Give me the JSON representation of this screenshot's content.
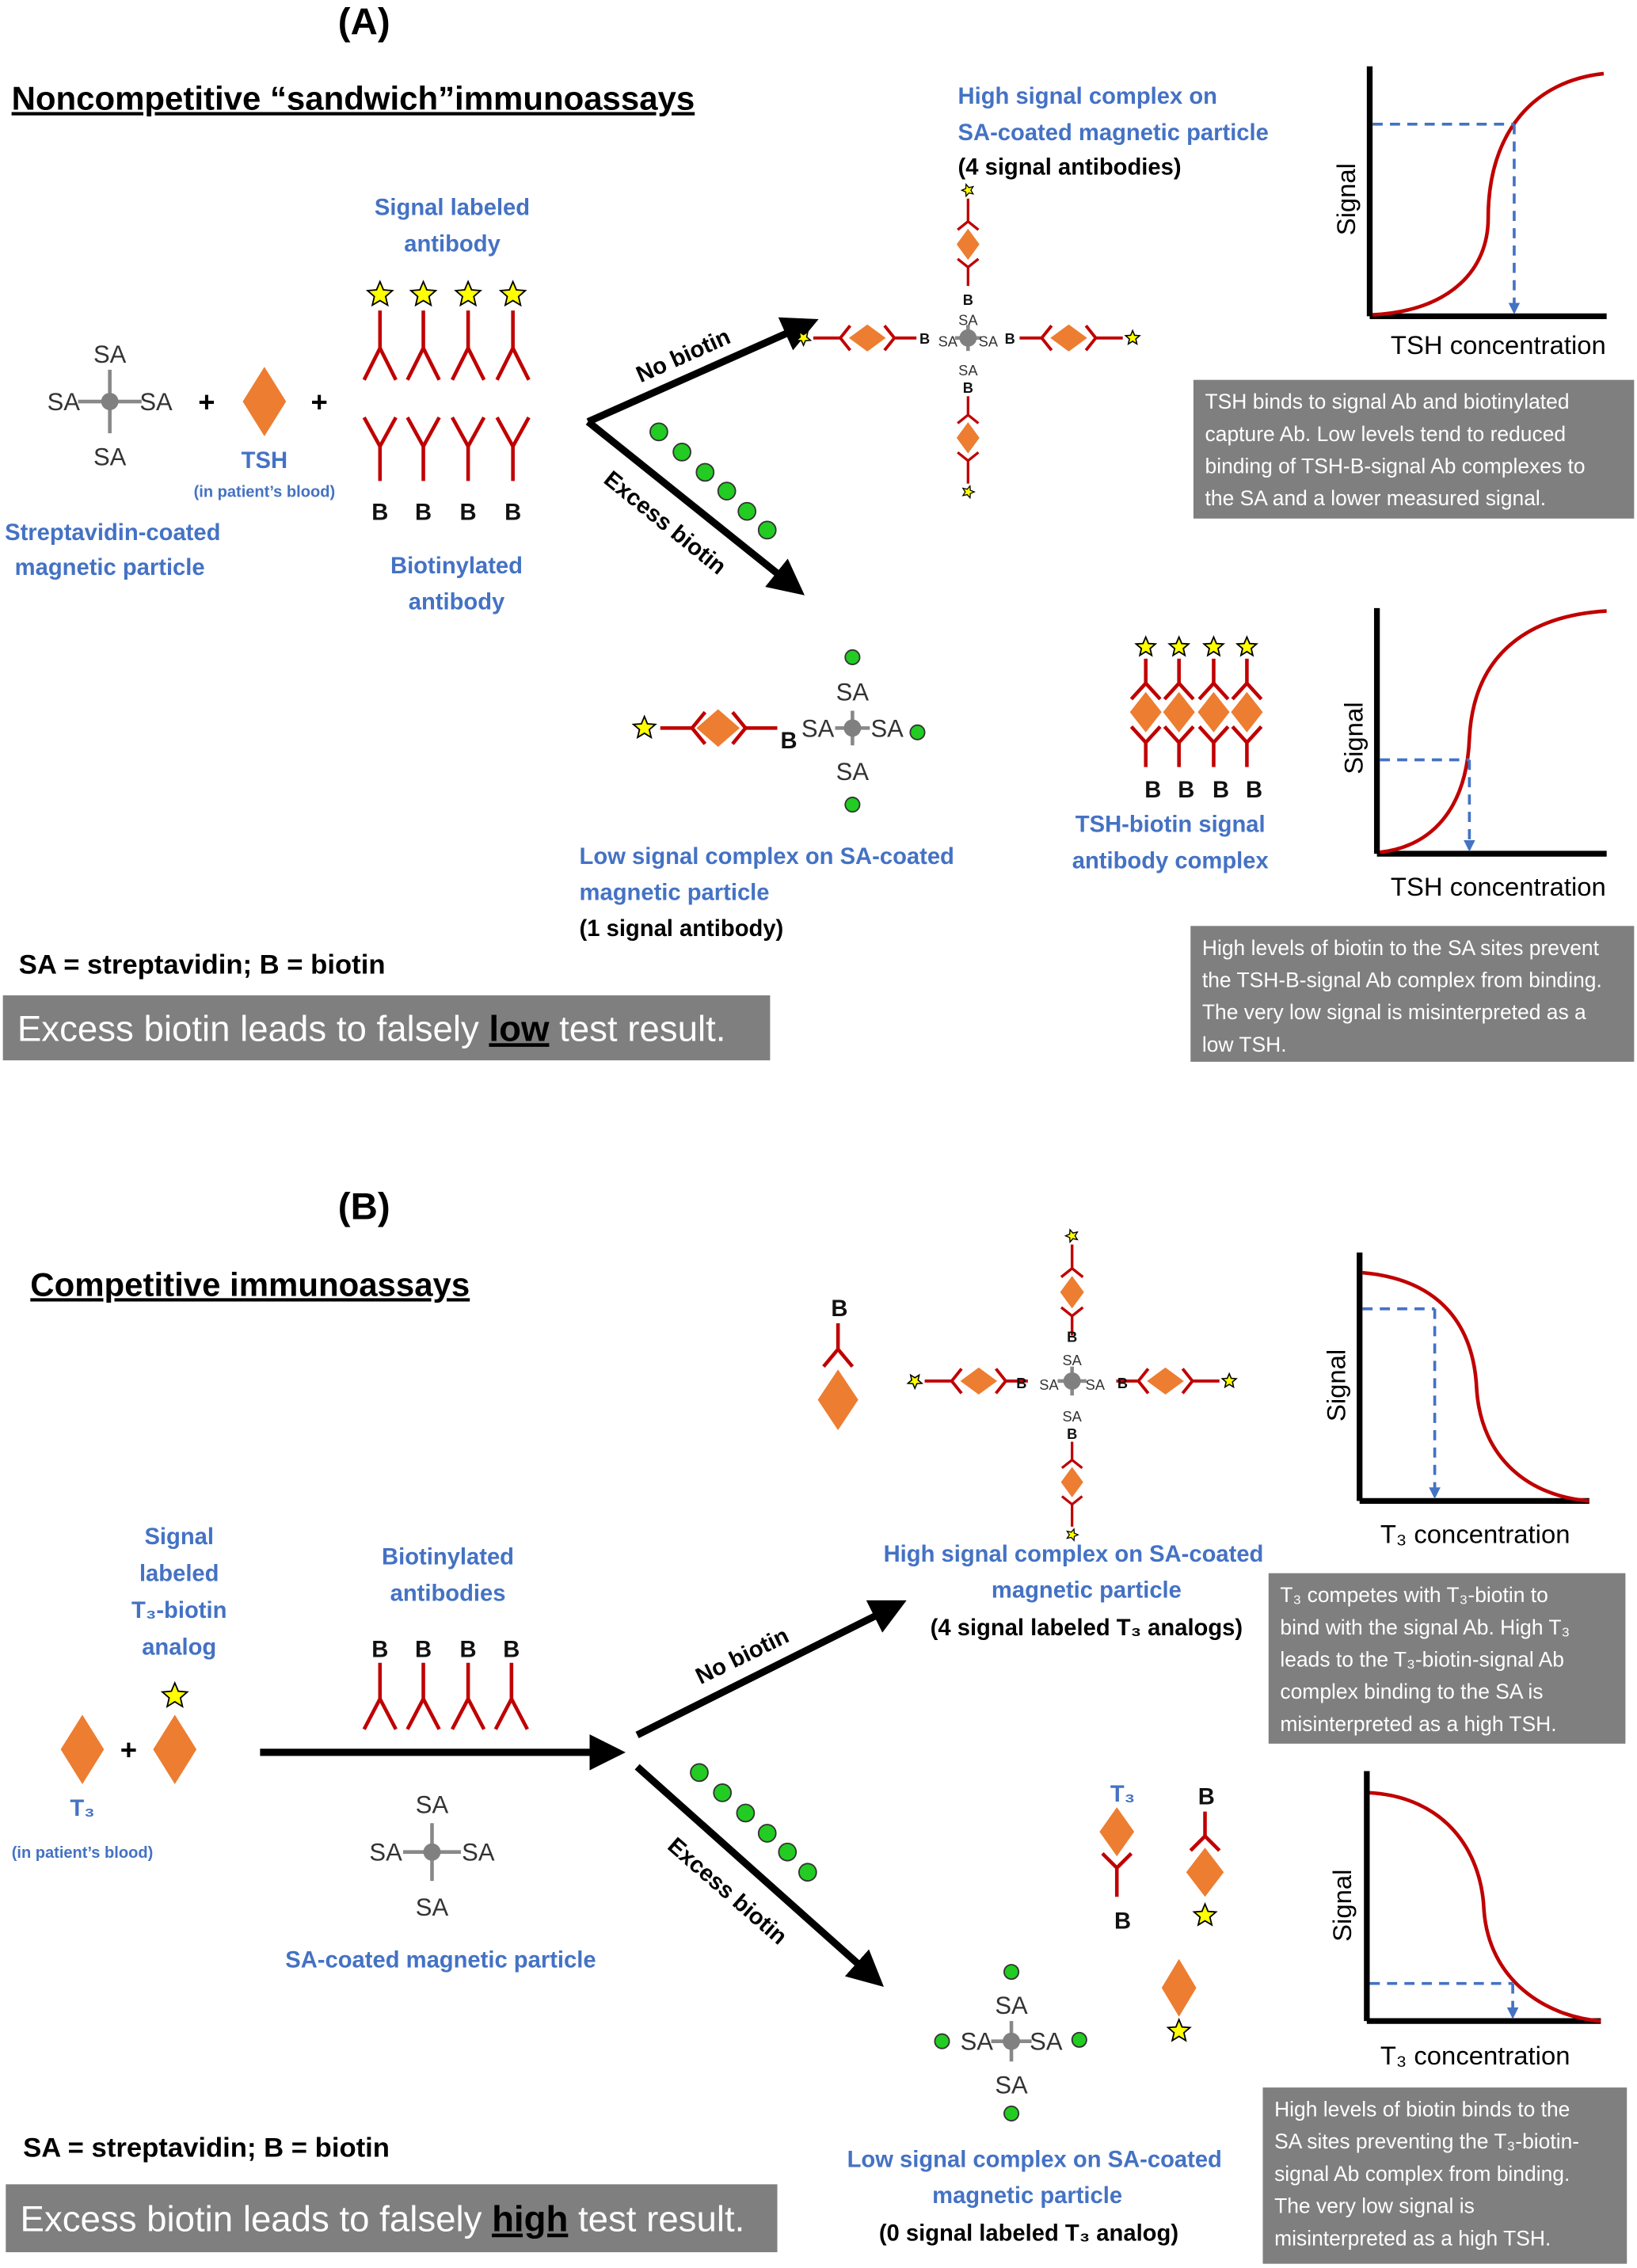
{
  "colors": {
    "antibody": "#C00000",
    "analyte": "#ED7D31",
    "star": "#FFFF00",
    "biotin": "#22CC22",
    "label_blue": "#4472C4",
    "box_gray": "#7F7F7F",
    "curve": "#C00000",
    "dashed": "#4472C4"
  },
  "icons": [
    "star-icon",
    "diamond-icon",
    "antibody-icon",
    "streptavidin-particle-icon",
    "biotin-dot-icon",
    "arrow-icon"
  ],
  "panel_a": {
    "label": "(A)",
    "title": "Noncompetitive “sandwich”immunoassays",
    "sa": "SA",
    "b": "B",
    "plus": "+",
    "tsh": "TSH",
    "in_blood": "(in patient’s blood)",
    "particle_label": [
      "Streptavidin-coated",
      "magnetic particle"
    ],
    "signal_ab_label": [
      "Signal labeled",
      "antibody"
    ],
    "biotin_ab_label": [
      "Biotinylated",
      "antibody"
    ],
    "no_biotin": "No biotin",
    "excess_biotin": "Excess biotin",
    "high_label": [
      "High signal complex on",
      "SA-coated magnetic particle"
    ],
    "high_count": "(4 signal antibodies)",
    "low_label": [
      "Low signal complex on SA-coated",
      "magnetic particle"
    ],
    "low_count": "(1 signal antibody)",
    "complex_label": [
      "TSH-biotin signal",
      "antibody complex"
    ],
    "chart_top": {
      "ylabel": "Signal",
      "xlabel": "TSH concentration"
    },
    "chart_bottom": {
      "ylabel": "Signal",
      "xlabel": "TSH concentration"
    },
    "box_top": [
      "TSH binds to signal Ab and biotinylated",
      "capture Ab. Low levels tend to reduced",
      "binding of TSH-B-signal Ab complexes to",
      "the SA and a lower measured signal."
    ],
    "box_bottom": [
      "High levels of biotin to the SA sites prevent",
      "the TSH-B-signal Ab complex from binding.",
      "The very low signal is misinterpreted as a",
      "low TSH."
    ],
    "legend": "SA = streptavidin; B = biotin",
    "banner": {
      "pre": "Excess biotin leads to falsely ",
      "em": "low",
      "post": " test result."
    }
  },
  "panel_b": {
    "label": "(B)",
    "title": "Competitive immunoassays",
    "sa": "SA",
    "b": "B",
    "plus": "+",
    "t3": "T₃",
    "in_blood": "(in patient’s blood)",
    "analog_label": [
      "Signal",
      "labeled",
      "T₃-biotin",
      "analog"
    ],
    "biotin_ab_label": [
      "Biotinylated",
      "antibodies"
    ],
    "particle_label": "SA-coated magnetic particle",
    "no_biotin": "No biotin",
    "excess_biotin": "Excess biotin",
    "high_label": [
      "High signal complex on SA-coated",
      "magnetic particle"
    ],
    "high_count": "(4 signal labeled T₃ analogs)",
    "low_label": [
      "Low signal complex on SA-coated",
      "magnetic particle"
    ],
    "low_count": "(0 signal labeled T₃ analog)",
    "chart_top": {
      "ylabel": "Signal",
      "xlabel": "T₃ concentration"
    },
    "chart_bottom": {
      "ylabel": "Signal",
      "xlabel": "T₃ concentration"
    },
    "box_top": [
      "T₃ competes with T₃-biotin to",
      "bind with the signal Ab. High T₃",
      "leads to the T₃-biotin-signal Ab",
      "complex binding to the SA is",
      "misinterpreted as a high TSH."
    ],
    "box_bottom": [
      "High levels of biotin binds to the",
      "SA sites preventing the T₃-biotin-",
      "signal Ab complex from binding.",
      "The very low signal is",
      "misinterpreted as a high TSH."
    ],
    "legend": "SA = streptavidin; B = biotin",
    "banner": {
      "pre": "Excess biotin leads to falsely ",
      "em": "high",
      "post": " test result."
    }
  }
}
